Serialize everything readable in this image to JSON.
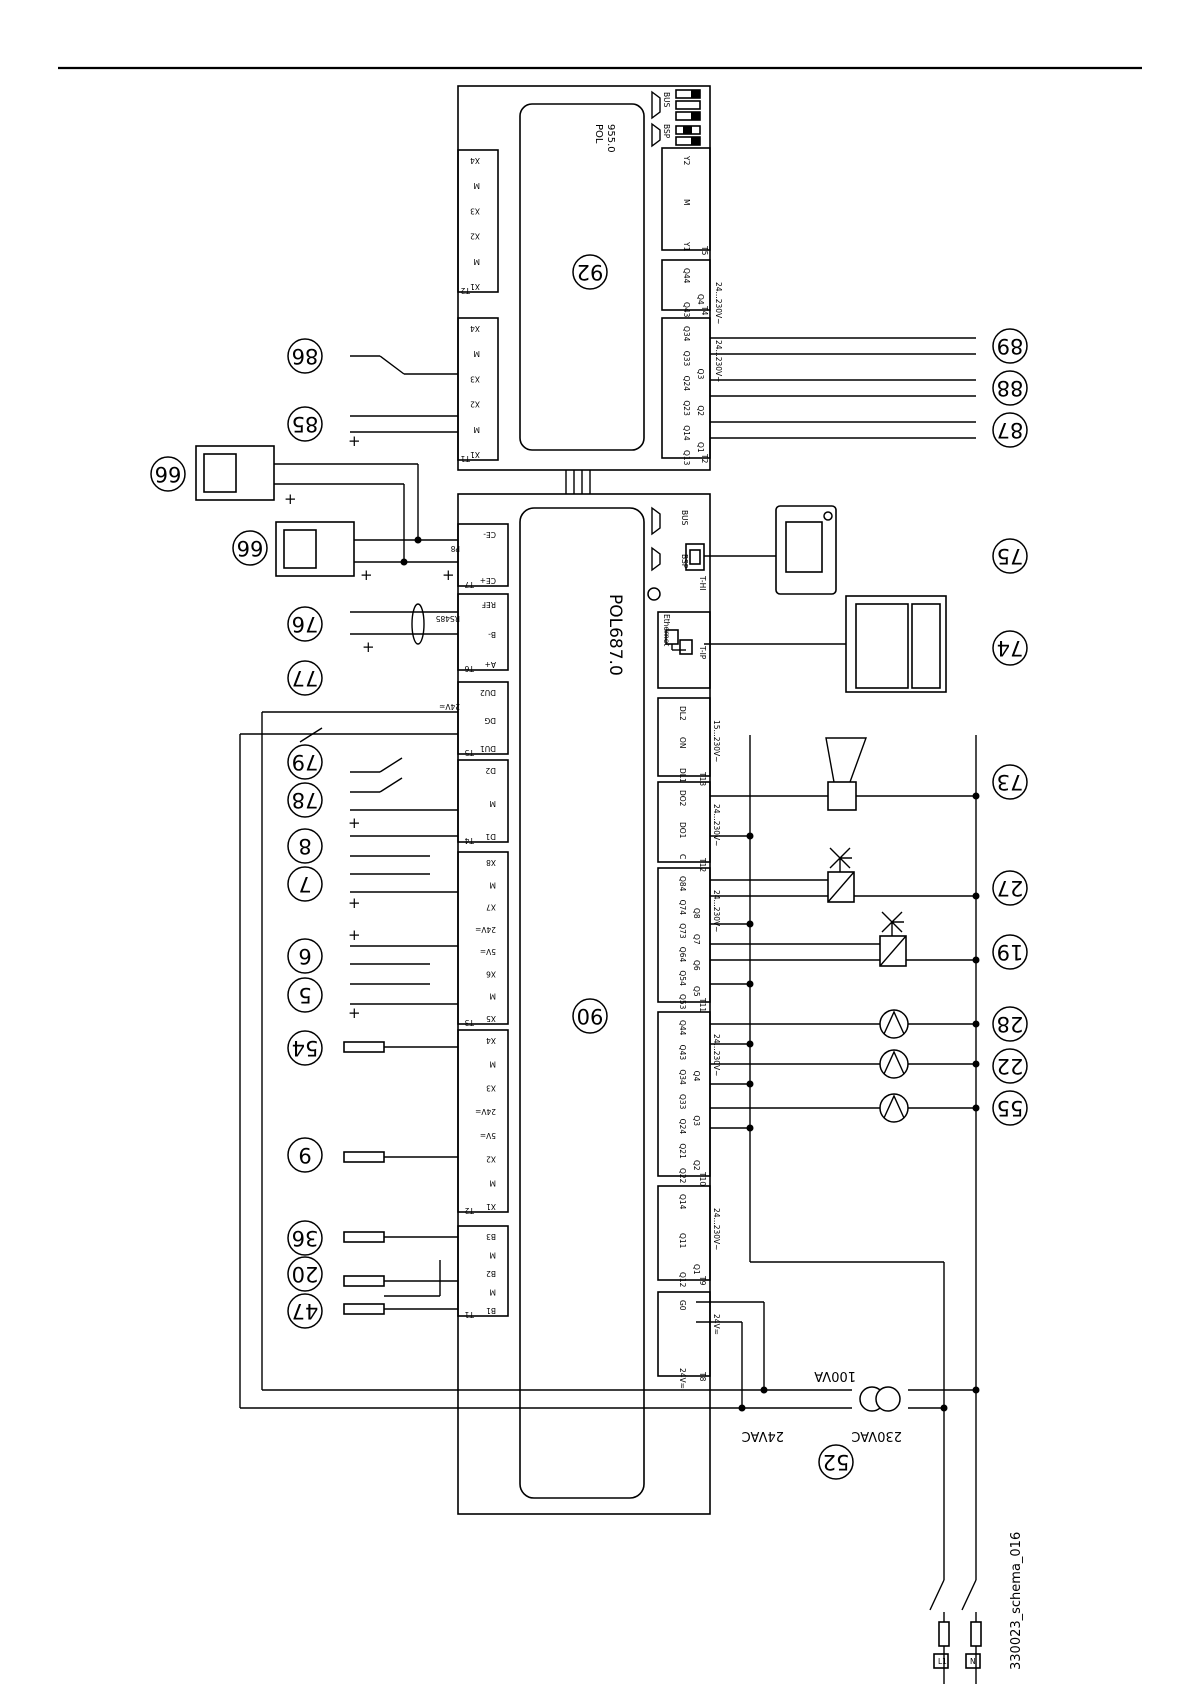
{
  "controllers": {
    "main": {
      "model": "POL687.0",
      "ref": "90"
    },
    "extension": {
      "model_line1": "POL",
      "model_line2": "955.0",
      "ref": "92"
    }
  },
  "main_terminals": {
    "top": [
      {
        "block": "T1",
        "pins": [
          "B1",
          "M",
          "B2",
          "M",
          "B3"
        ]
      },
      {
        "block": "T2",
        "pins": [
          "X1",
          "M",
          "X2",
          "5V=",
          "24V=",
          "X3",
          "M",
          "X4"
        ]
      },
      {
        "block": "T3",
        "pins": [
          "X5",
          "M",
          "X6",
          "5V=",
          "24V=",
          "X7",
          "M",
          "X8"
        ]
      },
      {
        "block": "T4",
        "pins": [
          "D1",
          "M",
          "D2"
        ]
      },
      {
        "block": "T5",
        "pins": [
          "DU1",
          "DG",
          "DU2"
        ],
        "note": "24V≂"
      },
      {
        "block": "T6",
        "pins": [
          "A+",
          "B-",
          "REF"
        ],
        "note": "RS485"
      },
      {
        "block": "T7",
        "pins": [
          "CE+",
          "CE-"
        ],
        "note": "P8"
      }
    ],
    "bottom": [
      {
        "block": "T8",
        "pins": [
          "24V≂",
          "G0"
        ],
        "note": "24V≂"
      },
      {
        "block": "T9",
        "pins": [
          "Q12",
          "Q11",
          "Q14"
        ],
        "note": "24...230V~",
        "relays": [
          "Q1"
        ]
      },
      {
        "block": "T10",
        "pins": [
          "Q22",
          "Q21",
          "Q24",
          "Q33",
          "Q34",
          "Q43",
          "Q44"
        ],
        "note": "24...230V~",
        "relays": [
          "Q2",
          "Q3",
          "Q4"
        ]
      },
      {
        "block": "T11",
        "pins": [
          "Q53",
          "Q54",
          "Q64",
          "Q73",
          "Q74",
          "Q84"
        ],
        "note": "24...230V~",
        "relays": [
          "Q5",
          "Q6",
          "Q7",
          "Q8"
        ]
      },
      {
        "block": "T12",
        "pins": [
          "C",
          "DO1",
          "DO2"
        ],
        "note": "24...230V~"
      },
      {
        "block": "T13",
        "pins": [
          "DL1",
          "ON",
          "DL2"
        ],
        "note": "15...230V~"
      }
    ],
    "ports": {
      "ethernet": "Ethernet",
      "t_ip": "T-IP",
      "t_hi": "T-HI",
      "bsp": "BSP",
      "bus": "BUS"
    }
  },
  "ext_terminals": {
    "top": [
      {
        "block": "T1",
        "pins": [
          "X1",
          "M",
          "X2",
          "X3",
          "M",
          "X4"
        ]
      },
      {
        "block": "T2",
        "pins": [
          "X1",
          "M",
          "X2",
          "X3",
          "M",
          "X4"
        ]
      }
    ],
    "bottom": [
      {
        "block": "T2",
        "pins": [
          "Q13",
          "Q14",
          "Q23",
          "Q24",
          "Q33",
          "Q34"
        ],
        "note": "24...230V~",
        "relays": [
          "Q1",
          "Q2",
          "Q3"
        ]
      },
      {
        "block": "T4",
        "pins": [
          "Q43",
          "Q44"
        ],
        "note": "24...230V~",
        "relays": [
          "Q4"
        ]
      },
      {
        "block": "T5",
        "pins": [
          "Y1",
          "M",
          "Y2"
        ]
      }
    ],
    "ports": {
      "bsp": "BSP",
      "bus": "BUS"
    }
  },
  "refs": {
    "top_row": [
      "47",
      "20",
      "36",
      "9",
      "54",
      "5",
      "6",
      "7",
      "8",
      "78",
      "79",
      "77",
      "76",
      "66",
      "66",
      "85",
      "86"
    ],
    "bottom_row": [
      "55",
      "22",
      "28",
      "19",
      "27",
      "73",
      "74",
      "75",
      "87",
      "88",
      "89"
    ],
    "transformer": "52"
  },
  "power": {
    "transformer_rating": "100VA",
    "secondary": "24VAC",
    "primary": "230VAC",
    "phase": "L1",
    "neutral": "N"
  },
  "plus_sign": "+",
  "drawing_id": "330023_schema_016"
}
